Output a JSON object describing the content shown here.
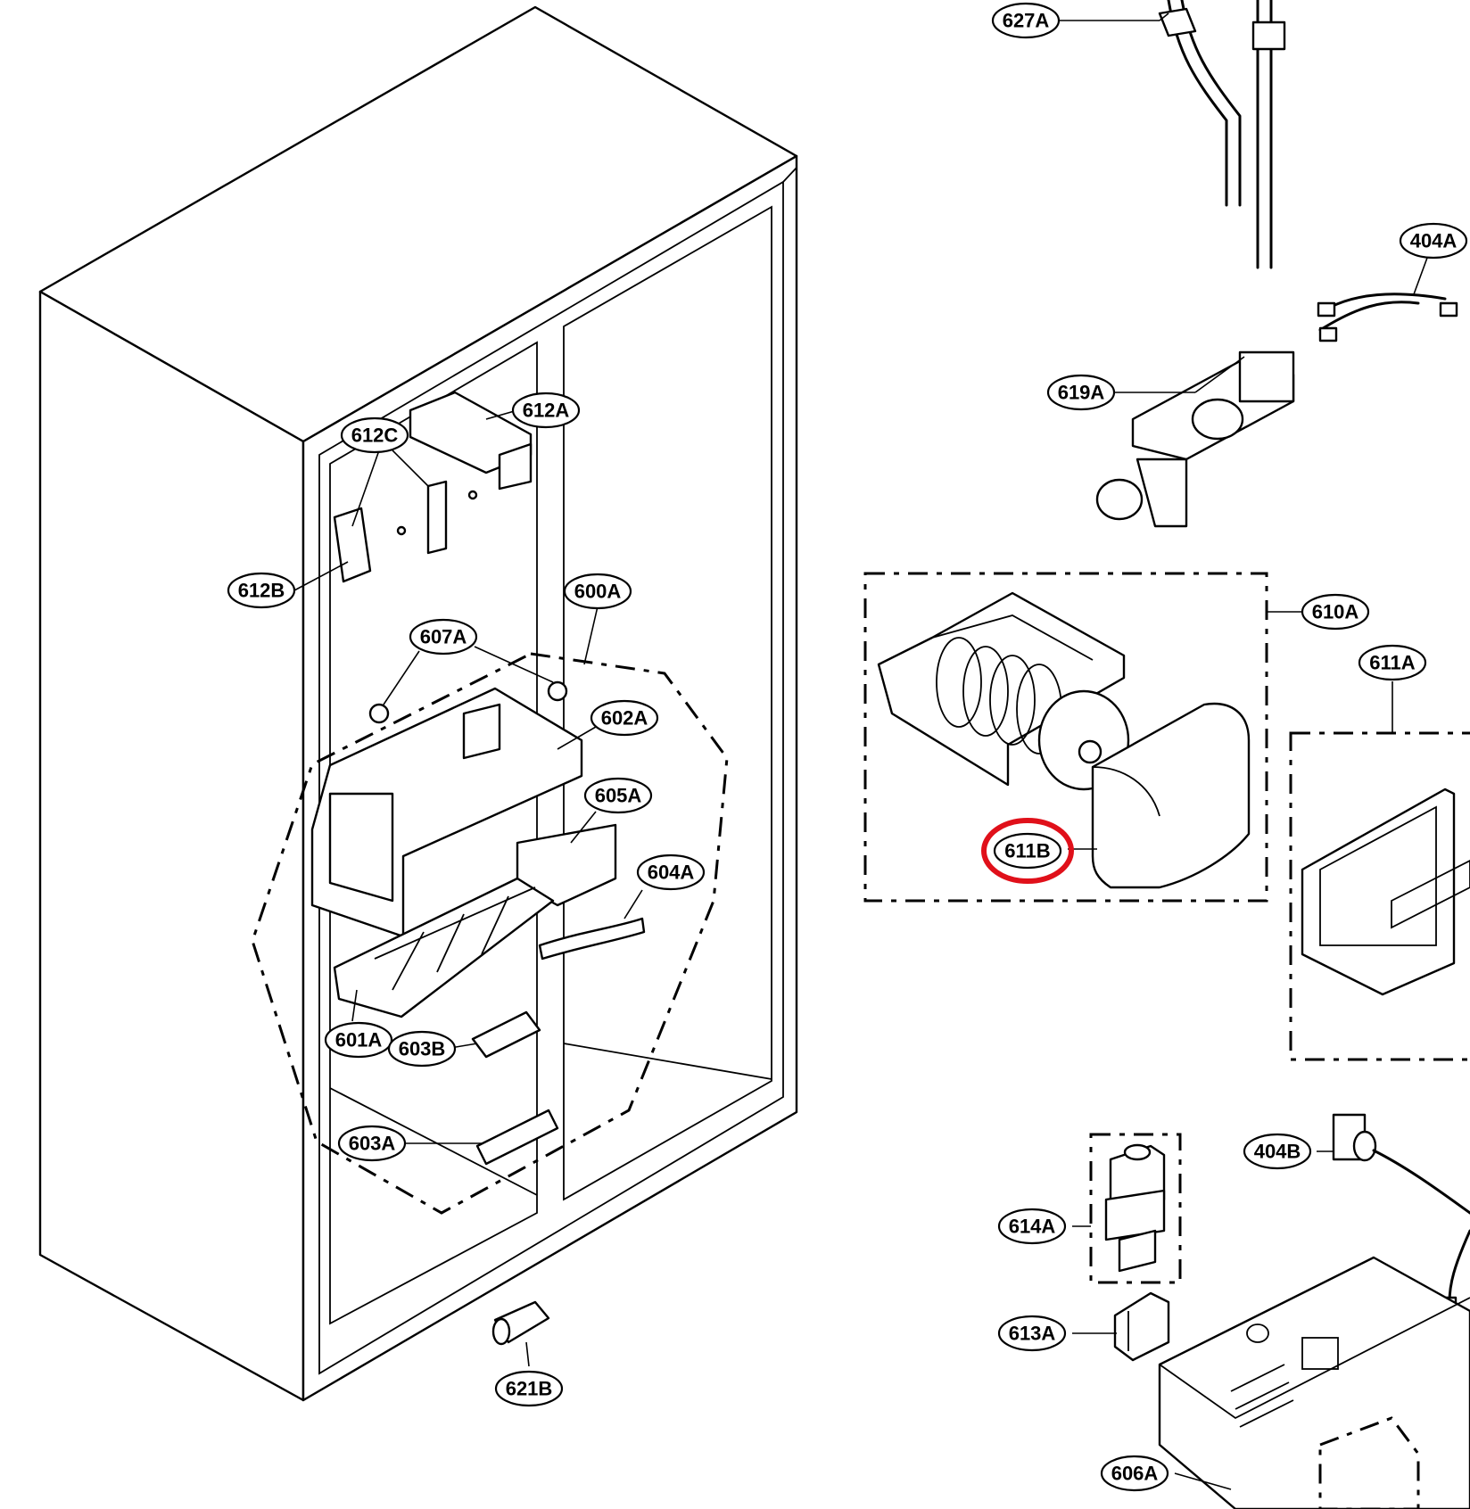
{
  "highlight_color": "#e0101a",
  "labels": {
    "l627A": "627A",
    "l404A": "404A",
    "l619A": "619A",
    "l612A": "612A",
    "l612C": "612C",
    "l612B": "612B",
    "l600A": "600A",
    "l607A": "607A",
    "l602A": "602A",
    "l605A": "605A",
    "l604A": "604A",
    "l601A": "601A",
    "l603B": "603B",
    "l603A": "603A",
    "l621B": "621B",
    "l610A": "610A",
    "l611A": "611A",
    "l611B": "611B",
    "l404B": "404B",
    "l614A": "614A",
    "l613A": "613A",
    "l606A": "606A"
  },
  "highlighted_part": "611B"
}
